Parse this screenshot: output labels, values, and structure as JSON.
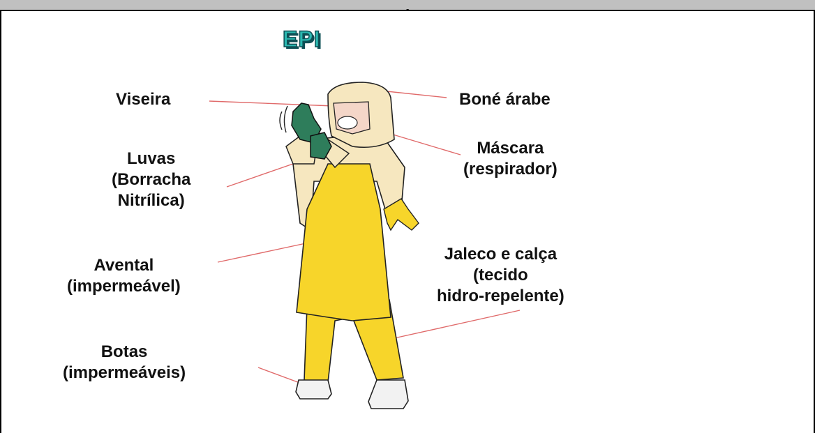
{
  "header": {
    "title_fragment": "ç"
  },
  "diagram": {
    "title": "EPI",
    "labels": {
      "viseira": [
        "Viseira"
      ],
      "bone": [
        "Boné árabe"
      ],
      "luvas": [
        "Luvas",
        "(Borracha",
        "Nitrílica)"
      ],
      "mascara": [
        "Máscara",
        "(respirador)"
      ],
      "avental": [
        "Avental",
        "(impermeável)"
      ],
      "jaleco": [
        "Jaleco e calça",
        "(tecido",
        "hidro-repelente)"
      ],
      "botas": [
        "Botas",
        "(impermeáveis)"
      ]
    }
  },
  "colors": {
    "title_fill": "#2bb8b0",
    "title_outline": "#0e4f55",
    "suit_beige": "#f6e7bf",
    "apron_yellow": "#f7d52a",
    "glove_green": "#2e7d5b",
    "leader_line": "#e06a6a",
    "boot_white": "#f2f2f2"
  },
  "icons": [
    "ppe-figure-illustration"
  ]
}
